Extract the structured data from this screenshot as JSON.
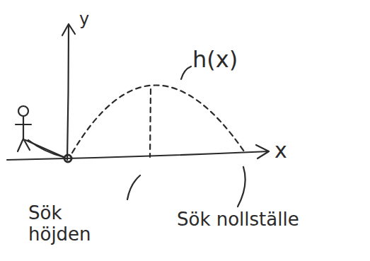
{
  "diagram": {
    "labels": [
      "y",
      "h(x)",
      "x",
      "Sök höjden",
      "Sök nollställe"
    ]
  }
}
